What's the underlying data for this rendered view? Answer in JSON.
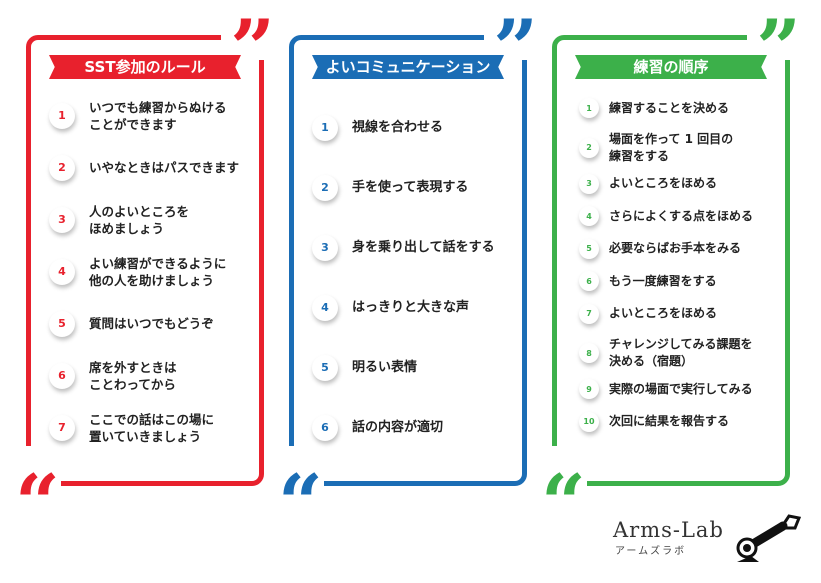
{
  "colors": {
    "red": "#e8212d",
    "blue": "#1b6db5",
    "green": "#3cb04a"
  },
  "panels": [
    {
      "title": "SST参加のルール",
      "items": [
        {
          "n": "1",
          "text": "いつでも練習からぬける\nことができます"
        },
        {
          "n": "2",
          "text": "いやなときはパスできます"
        },
        {
          "n": "3",
          "text": "人のよいところを\nほめましょう"
        },
        {
          "n": "4",
          "text": "よい練習ができるように\n他の人を助けましょう"
        },
        {
          "n": "5",
          "text": "質問はいつでもどうぞ"
        },
        {
          "n": "6",
          "text": "席を外すときは\nことわってから"
        },
        {
          "n": "7",
          "text": "ここでの話はこの場に\n置いていきましょう"
        }
      ]
    },
    {
      "title": "よいコミュニケーション",
      "items": [
        {
          "n": "1",
          "text": "視線を合わせる"
        },
        {
          "n": "2",
          "text": "手を使って表現する"
        },
        {
          "n": "3",
          "text": "身を乗り出して話をする"
        },
        {
          "n": "4",
          "text": "はっきりと大きな声"
        },
        {
          "n": "5",
          "text": "明るい表情"
        },
        {
          "n": "6",
          "text": "話の内容が適切"
        }
      ]
    },
    {
      "title": "練習の順序",
      "items": [
        {
          "n": "1",
          "text": "練習することを決める"
        },
        {
          "n": "2",
          "text": "場面を作って 1 回目の\n練習をする"
        },
        {
          "n": "3",
          "text": "よいところをほめる"
        },
        {
          "n": "4",
          "text": "さらによくする点をほめる"
        },
        {
          "n": "5",
          "text": "必要ならばお手本をみる"
        },
        {
          "n": "6",
          "text": "もう一度練習をする"
        },
        {
          "n": "7",
          "text": "よいところをほめる"
        },
        {
          "n": "8",
          "text": "チャレンジしてみる課題を\n決める（宿題）"
        },
        {
          "n": "9",
          "text": "実際の場面で実行してみる"
        },
        {
          "n": "10",
          "text": "次回に結果を報告する"
        }
      ]
    }
  ],
  "logo": {
    "name": "Arms-Lab",
    "kana": "アームズラボ"
  }
}
